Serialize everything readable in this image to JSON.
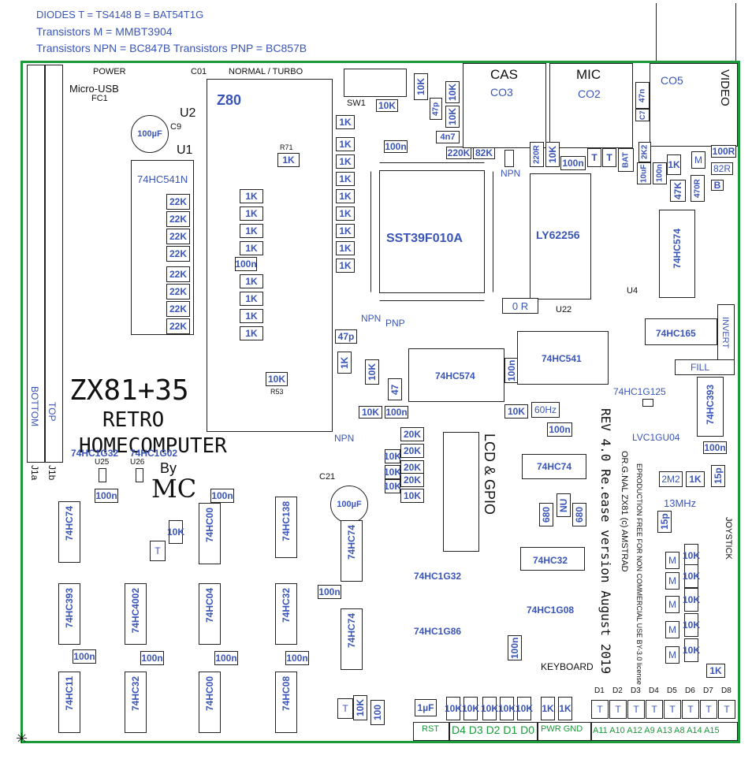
{
  "header": {
    "line1": "DIODES    T = TS4148    B = BAT54T1G",
    "line2": "Transistors M = MMBT3904",
    "line3": "Transistors NPN = BC847B    Transistors PNP = BC857B"
  },
  "colors": {
    "outline": "#1a9a3a",
    "label": "#3a55b8",
    "ink": "#111111"
  },
  "silk": {
    "power": "POWER",
    "micro_usb": "Micro-USB",
    "fc1": "FC1",
    "c01": "C01",
    "normal_turbo": "NORMAL / TURBO",
    "sw1": "SW1",
    "cas": "CAS",
    "mic": "MIC",
    "video": "VIDEO",
    "title": "ZX81+35",
    "retro": "RETRO",
    "homecomputer": "HOMECOMPUTER",
    "by": "By",
    "mc": "MC",
    "lcd_gpio": "LCD & GPIO",
    "keyboard": "KEYBOARD",
    "joystick": "JOYSTICK",
    "rev": "REV 4.0 Re.ease version August 2019",
    "orig": "OR.G.NAL ZX81 (c) AMSTRAD",
    "repro": "EPRODUCTION FREE FOR NON COMMERCIAL USE BY-3.0 license",
    "bottom": "BOTTOM",
    "top": "TOP",
    "j1a": "J1a",
    "j1b": "J1b"
  },
  "chips": {
    "z80": "Z80",
    "sst": "SST39F010A",
    "ly": "LY62256",
    "u1": "74HC541N",
    "hc574a": "74HC574",
    "hc574b": "74HC574",
    "hc541": "74HC541",
    "hc165": "74HC165",
    "hc393a": "74HC393",
    "hc74a": "74HC74",
    "hc32a": "74HC32",
    "hc74b": "74HC74",
    "hc138": "74HC138",
    "hc00a": "74HC00",
    "hc74c": "74HC74",
    "hc393b": "74HC393",
    "hc4002": "74HC4002",
    "hc04": "74HC04",
    "hc32b": "74HC32",
    "hc74d": "74HC74",
    "hc11": "74HC11",
    "hc32c": "74HC32",
    "hc00b": "74HC00",
    "hc08": "74HC08",
    "g125": "74HC1G125",
    "g04": "LVC1GU04",
    "g32a": "74HC1G32",
    "g02": "74HC1G02",
    "g32b": "74HC1G32",
    "g08": "74HC1G08",
    "g86": "74HC1G86"
  },
  "parts": {
    "cap100u": "100µF",
    "k1": "1K",
    "k10": "10K",
    "k22": "22K",
    "k20": "20K",
    "k220": "220K",
    "k82": "82K",
    "k47": "47K",
    "r470": "470R",
    "r220": "220R",
    "r100": "100R",
    "r82": "82R",
    "n100": "100n",
    "n4": "4n7",
    "p47": "47p",
    "p15": "15p",
    "m2": "2M2",
    "mhz": "13MHz",
    "hz60": "60Hz",
    "or": "0 R",
    "v680": "680",
    "nu": "NU",
    "bat": "BAT",
    "uf10": "10uF",
    "uf1": "1µF",
    "r2k2": "2K2",
    "v100": "100",
    "v47": "47",
    "t": "T",
    "m": "M",
    "b": "B",
    "npn": "NPN",
    "pnp": "PNP",
    "fill": "FILL",
    "invert": "INVERT",
    "co2": "CO2",
    "co3": "CO3",
    "co5": "CO5",
    "n47": "47n"
  },
  "connectors": {
    "rst": "RST",
    "data": "D4 D3 D2 D1 D0",
    "pwr": "PWR  GND",
    "addr": "A11 A10 A12 A9 A13 A8 A14 A15",
    "dlabels": [
      "D1",
      "D2",
      "D3",
      "D4",
      "D5",
      "D6",
      "D7",
      "D8"
    ]
  }
}
